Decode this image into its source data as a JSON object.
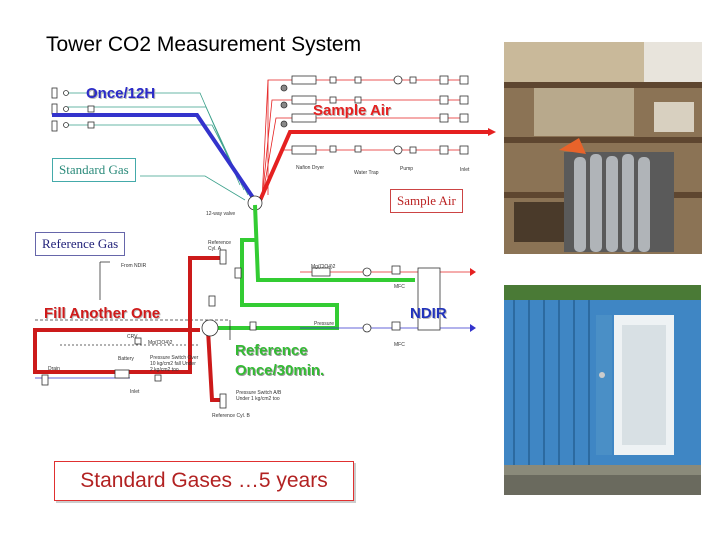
{
  "title": "Tower CO2 Measurement System",
  "labels": {
    "once_12h": "Once/12H",
    "standard_gas": "Standard Gas",
    "sample_air_main": "Sample Air",
    "sample_air_box": "Sample Air",
    "reference_gas": "Reference Gas",
    "fill_another_one": "Fill Another One",
    "ndir": "NDIR",
    "reference_line1": "Reference",
    "reference_line2": "Once/30min.",
    "standard_gases_5y": "Standard Gases …5 years"
  },
  "small_labels": {
    "nafion_dryer": "Nafion Dryer",
    "water_trap": "Water Trap",
    "pump": "Pump",
    "inlet_top": "Inlet",
    "valve_12way": "12-way valve",
    "ref_cyl_a": "Reference Cyl. A",
    "from_ndir": "From NDIR",
    "mgclo4_top": "Mg(ClO4)2",
    "mfc_top": "MFC",
    "pressure": "Pressure",
    "mfc_bottom": "MFC",
    "crv": "CRV",
    "mgclo4_left": "Mg(ClO4)2",
    "battery": "Battery",
    "pressure_switch_1": "Pressure Switch Over 10 kg/cm2 fall Under 2 kg/cm2 too",
    "drain": "Drain",
    "inlet_bottom": "Inlet",
    "pressure_switch_2": "Pressure Switch A/B Under 1 kg/cm2 too",
    "ref_cyl_b": "Reference Cyl. B"
  },
  "colors": {
    "standard_line": "#3333cc",
    "sample_line": "#e52020",
    "reference_line": "#33cc33",
    "fill_line": "#cc1a1a",
    "thin_teal": "#3aa08a"
  }
}
